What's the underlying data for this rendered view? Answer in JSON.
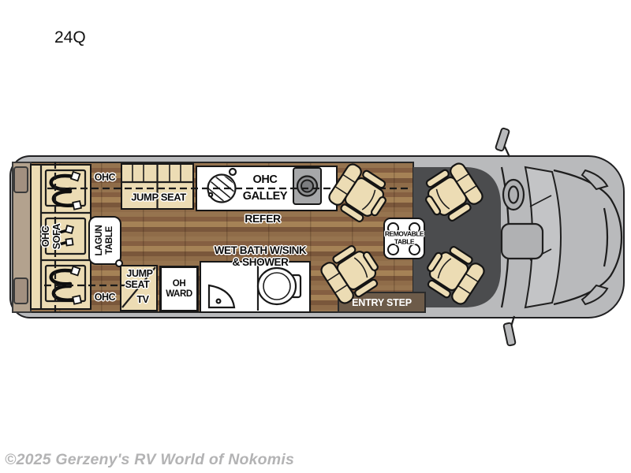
{
  "page": {
    "model": "24Q",
    "watermark": "©2025 Gerzeny's RV World of Nokomis"
  },
  "floorplan": {
    "rear_lounge": {
      "ohc_top": "OHC",
      "ohc_bottom": "OHC",
      "sofa_line1": "OHC",
      "sofa_line2": "SOFA",
      "lagun_line1": "LAGUN",
      "lagun_line2": "TABLE"
    },
    "jump_seat_top": "JUMP SEAT",
    "galley": {
      "line1": "OHC",
      "line2": "GALLEY",
      "refer": "REFER"
    },
    "jump_seat_tv": {
      "line1": "JUMP",
      "line2": "SEAT",
      "line3": "TV"
    },
    "wardrobe": {
      "line1": "OH",
      "line2": "WARD"
    },
    "wet_bath": {
      "line1": "WET BATH W/SINK",
      "line2": "& SHOWER"
    },
    "removable_table": {
      "line1": "REMOVABLE",
      "line2": "TABLE"
    },
    "entry_step": "ENTRY STEP"
  },
  "colors": {
    "van_body": "#b9babc",
    "outline": "#202022",
    "wood_floor": "#8a6a4c",
    "furniture_beige": "#ecdcb4",
    "cab_floor_dark": "#4b4c4e",
    "entry_step_brown": "#6d5b49",
    "watermark_gray": "#b3b3b4"
  }
}
